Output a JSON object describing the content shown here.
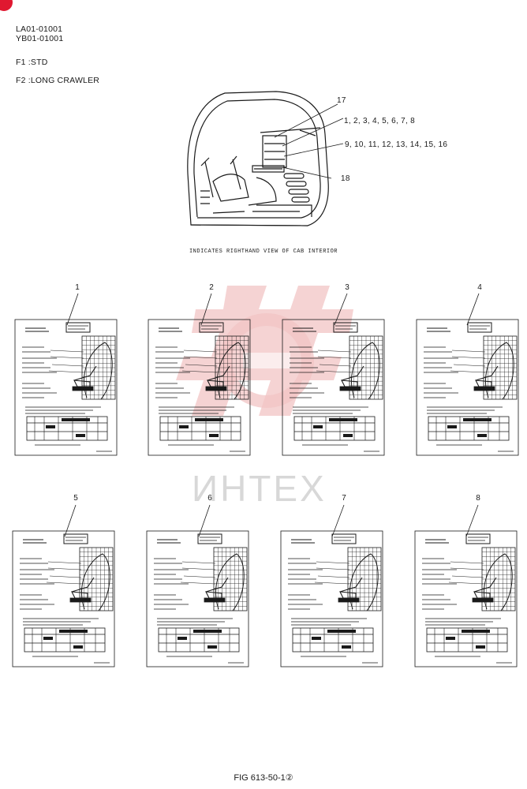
{
  "header": {
    "serial_1": "LA01-01001",
    "serial_2": "YB01-01001",
    "f1": "F1 :STD",
    "f2": "F2 :LONG CRAWLER"
  },
  "cab_diagram": {
    "callouts": {
      "c17": "17",
      "c1_8": "1, 2, 3, 4, 5, 6, 7, 8",
      "c9_16": "9, 10, 11, 12, 13, 14, 15, 16",
      "c18": "18"
    },
    "caption": "INDICATES RIGHTHAND VIEW OF CAB INTERIOR"
  },
  "plates": [
    {
      "number": "1"
    },
    {
      "number": "2"
    },
    {
      "number": "3"
    },
    {
      "number": "4"
    },
    {
      "number": "5"
    },
    {
      "number": "6"
    },
    {
      "number": "7"
    },
    {
      "number": "8"
    }
  ],
  "watermark": {
    "text": "ИНТЕХ",
    "color": "#e8a0a0"
  },
  "figure_label": "FIG 613-50-1②",
  "colors": {
    "badge": "#e01830",
    "line": "#1a1a1a"
  }
}
